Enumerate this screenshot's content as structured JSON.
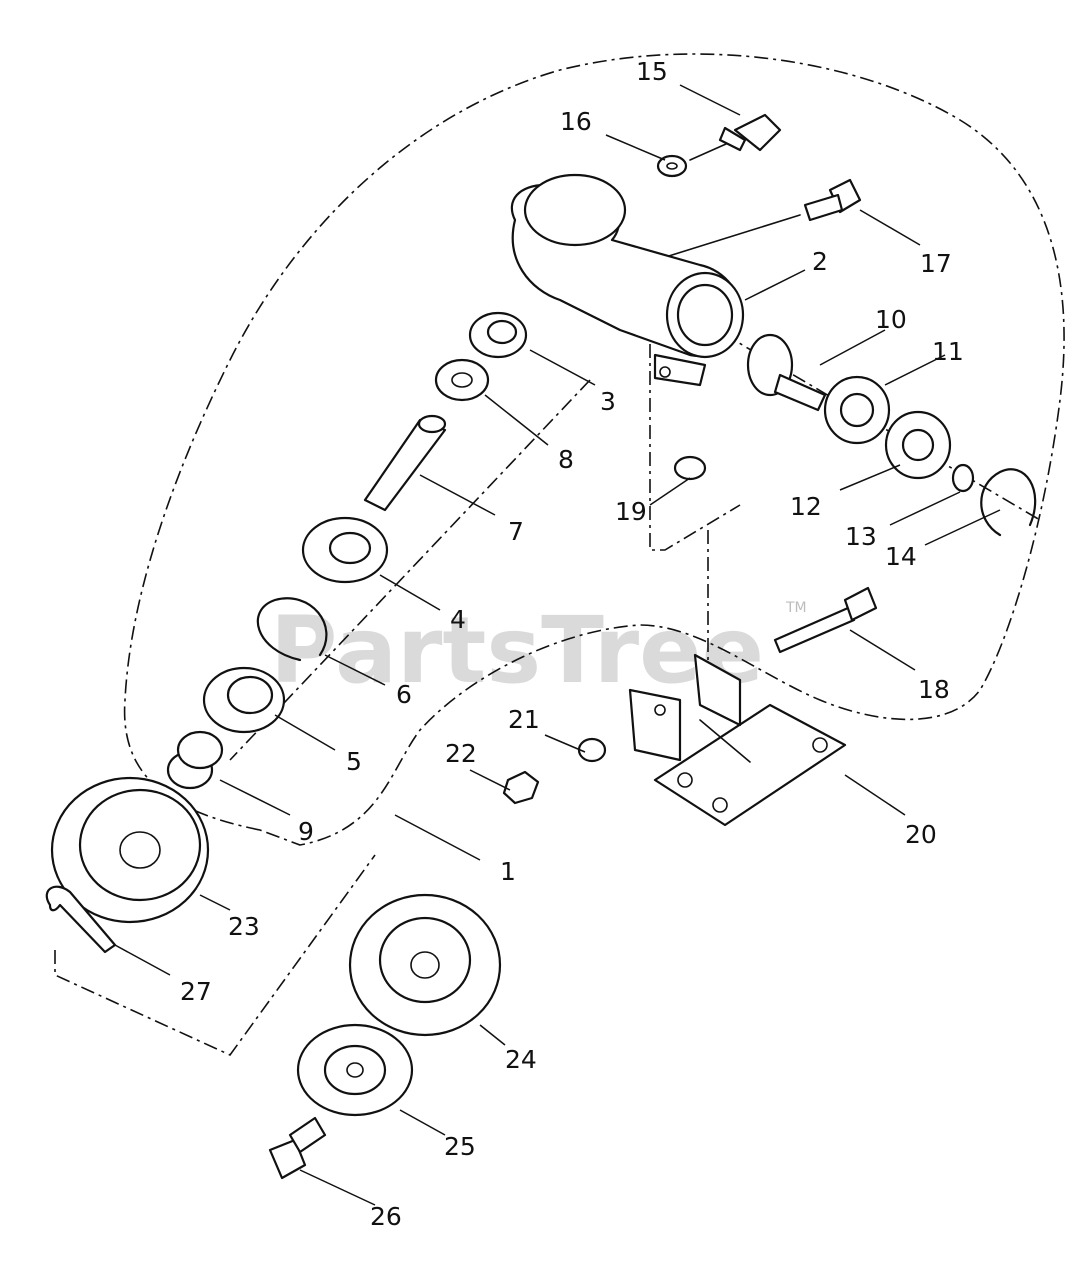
{
  "watermark": {
    "text": "PartsTree",
    "trademark": "TM"
  },
  "callouts": [
    "15",
    "16",
    "17",
    "2",
    "10",
    "11",
    "3",
    "8",
    "19",
    "7",
    "12",
    "13",
    "14",
    "4",
    "18",
    "6",
    "5",
    "21",
    "22",
    "9",
    "20",
    "1",
    "23",
    "27",
    "24",
    "25",
    "26"
  ]
}
